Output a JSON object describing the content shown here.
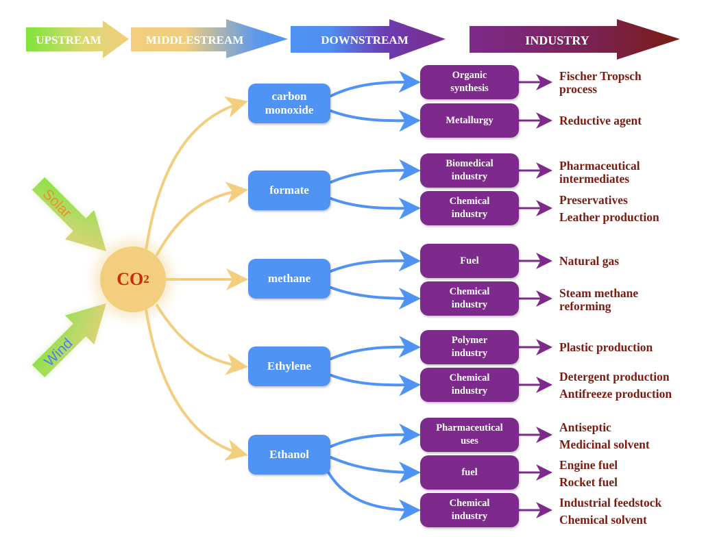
{
  "stages": [
    {
      "label": "UPSTREAM"
    },
    {
      "label": "MIDDLESTREAM"
    },
    {
      "label": "DOWNSTREAM"
    },
    {
      "label": "INDUSTRY"
    }
  ],
  "energy_sources": [
    {
      "label": "Solar",
      "text_color": "#e8922a"
    },
    {
      "label": "Wind",
      "text_color": "#4f80e8"
    }
  ],
  "center": {
    "formula": "CO",
    "subscript": "2"
  },
  "colors": {
    "upstream_green": "#7fe43c",
    "middle_yellow": "#f2ce7e",
    "downstream_blue": "#4f93f5",
    "industry_purple": "#7d2a8c",
    "industry_red": "#7a1c12",
    "co2_text": "#cc2a0c"
  },
  "products": [
    {
      "name": "carbon monoxide",
      "lines": [
        "carbon",
        "monoxide"
      ],
      "uses": [
        {
          "sector": [
            "Organic",
            "synthesis"
          ],
          "applications": [
            "Fischer Tropsch",
            "process"
          ],
          "tight": true
        },
        {
          "sector": [
            "Metallurgy"
          ],
          "applications": [
            "Reductive agent"
          ]
        }
      ]
    },
    {
      "name": "formate",
      "lines": [
        "formate"
      ],
      "uses": [
        {
          "sector": [
            "Biomedical",
            "industry"
          ],
          "applications": [
            "Pharmaceutical",
            "intermediates"
          ],
          "tight": true
        },
        {
          "sector": [
            "Chemical",
            "industry"
          ],
          "applications": [
            "Preservatives",
            "Leather production"
          ]
        }
      ]
    },
    {
      "name": "methane",
      "lines": [
        "methane"
      ],
      "uses": [
        {
          "sector": [
            "Fuel"
          ],
          "applications": [
            "Natural gas"
          ]
        },
        {
          "sector": [
            "Chemical",
            "industry"
          ],
          "applications": [
            "Steam methane",
            "reforming"
          ],
          "tight": true
        }
      ]
    },
    {
      "name": "Ethylene",
      "lines": [
        "Ethylene"
      ],
      "uses": [
        {
          "sector": [
            "Polymer",
            "industry"
          ],
          "applications": [
            "Plastic production"
          ]
        },
        {
          "sector": [
            "Chemical",
            "industry"
          ],
          "applications": [
            "Detergent production",
            "Antifreeze production"
          ]
        }
      ]
    },
    {
      "name": "Ethanol",
      "lines": [
        "Ethanol"
      ],
      "uses": [
        {
          "sector": [
            "Pharmaceutical",
            "uses"
          ],
          "applications": [
            "Antiseptic",
            "Medicinal solvent"
          ]
        },
        {
          "sector": [
            "fuel"
          ],
          "applications": [
            "Engine fuel",
            "Rocket fuel"
          ]
        },
        {
          "sector": [
            "Chemical",
            "industry"
          ],
          "applications": [
            "Industrial feedstock",
            "Chemical solvent"
          ]
        }
      ]
    }
  ]
}
